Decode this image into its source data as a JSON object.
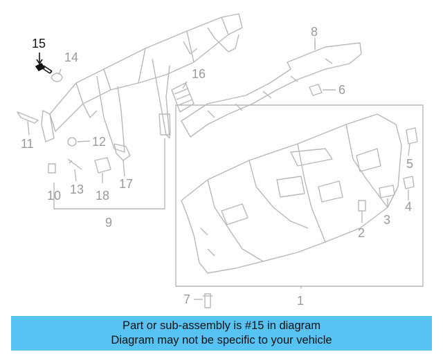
{
  "callouts": {
    "c1": "1",
    "c2": "2",
    "c3": "3",
    "c4": "4",
    "c5": "5",
    "c6": "6",
    "c7": "7",
    "c8": "8",
    "c9": "9",
    "c10": "10",
    "c11": "11",
    "c12": "12",
    "c13": "13",
    "c14": "14",
    "c15": "15",
    "c16": "16",
    "c17": "17",
    "c18": "18"
  },
  "highlighted_part": "15",
  "banner": {
    "line1": "Part or sub-assembly is #15 in diagram",
    "line2": "Diagram may not be specific to your vehicle",
    "color": "#56c3f3"
  },
  "colors": {
    "part_line": "#b8b8b8",
    "callout_text": "#9a9a9a",
    "highlight": "#111111"
  }
}
